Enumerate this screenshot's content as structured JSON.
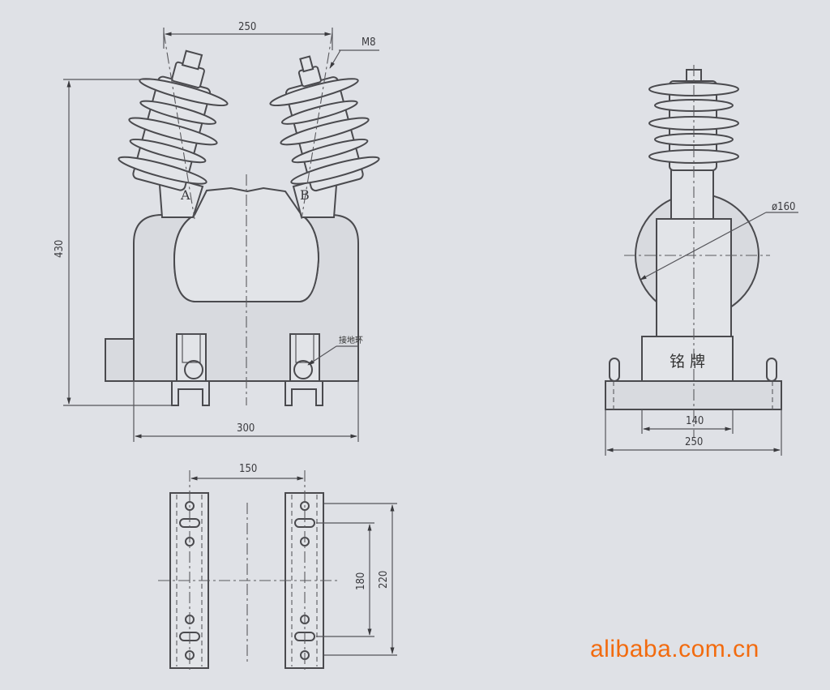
{
  "front_view": {
    "dim_width_top": "250",
    "dim_height": "430",
    "dim_width_base": "300",
    "terminal_thread": "M8",
    "terminal_a": "A",
    "terminal_b": "B",
    "ground_ring": "接地环"
  },
  "side_view": {
    "dim_diameter": "ø160",
    "nameplate": "铭  牌",
    "dim_inner": "140",
    "dim_base": "250"
  },
  "bottom_view": {
    "dim_spacing": "150",
    "dim_inner": "180",
    "dim_outer": "220"
  },
  "watermark": "alibaba.com.cn"
}
